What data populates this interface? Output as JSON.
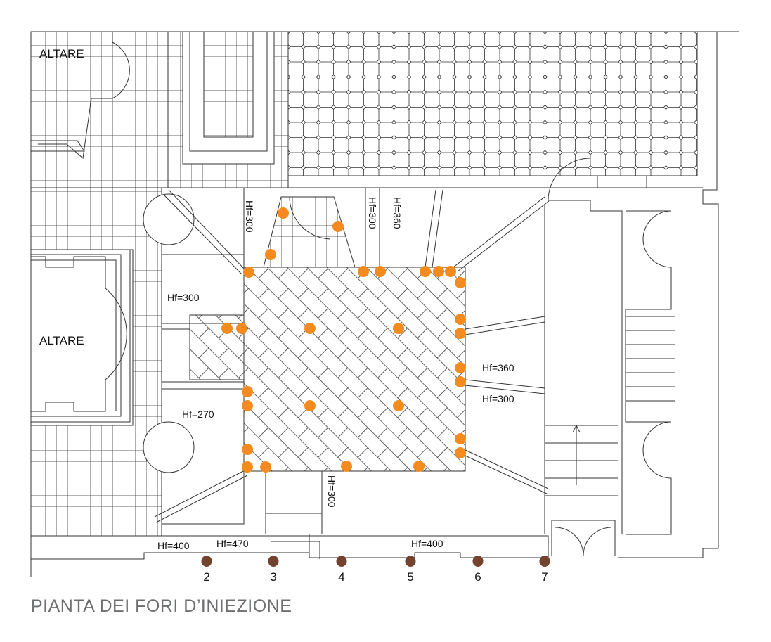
{
  "plan": {
    "rooms": {
      "altar_top": "ALTARE",
      "altar_left": "ALTARE"
    },
    "heights": {
      "h1": "Hf=300",
      "h2": "Hf=300",
      "h3": "Hf=360",
      "h4": "Hf=300",
      "h5": "Hf=360",
      "h6": "Hf=300",
      "h7": "Hf=270",
      "h8": "Hf=300",
      "h9": "Hf=400",
      "h10": "Hf=470",
      "h11": "Hf=400"
    },
    "external_holes": [
      "2",
      "3",
      "4",
      "5",
      "6",
      "7"
    ]
  },
  "caption": "PIANTA DEI FORI D’INIEZIONE",
  "colors": {
    "internal_hole": "#f58a1f",
    "external_hole": "#74432e",
    "line": "#333333",
    "caption": "#6d6e70"
  }
}
